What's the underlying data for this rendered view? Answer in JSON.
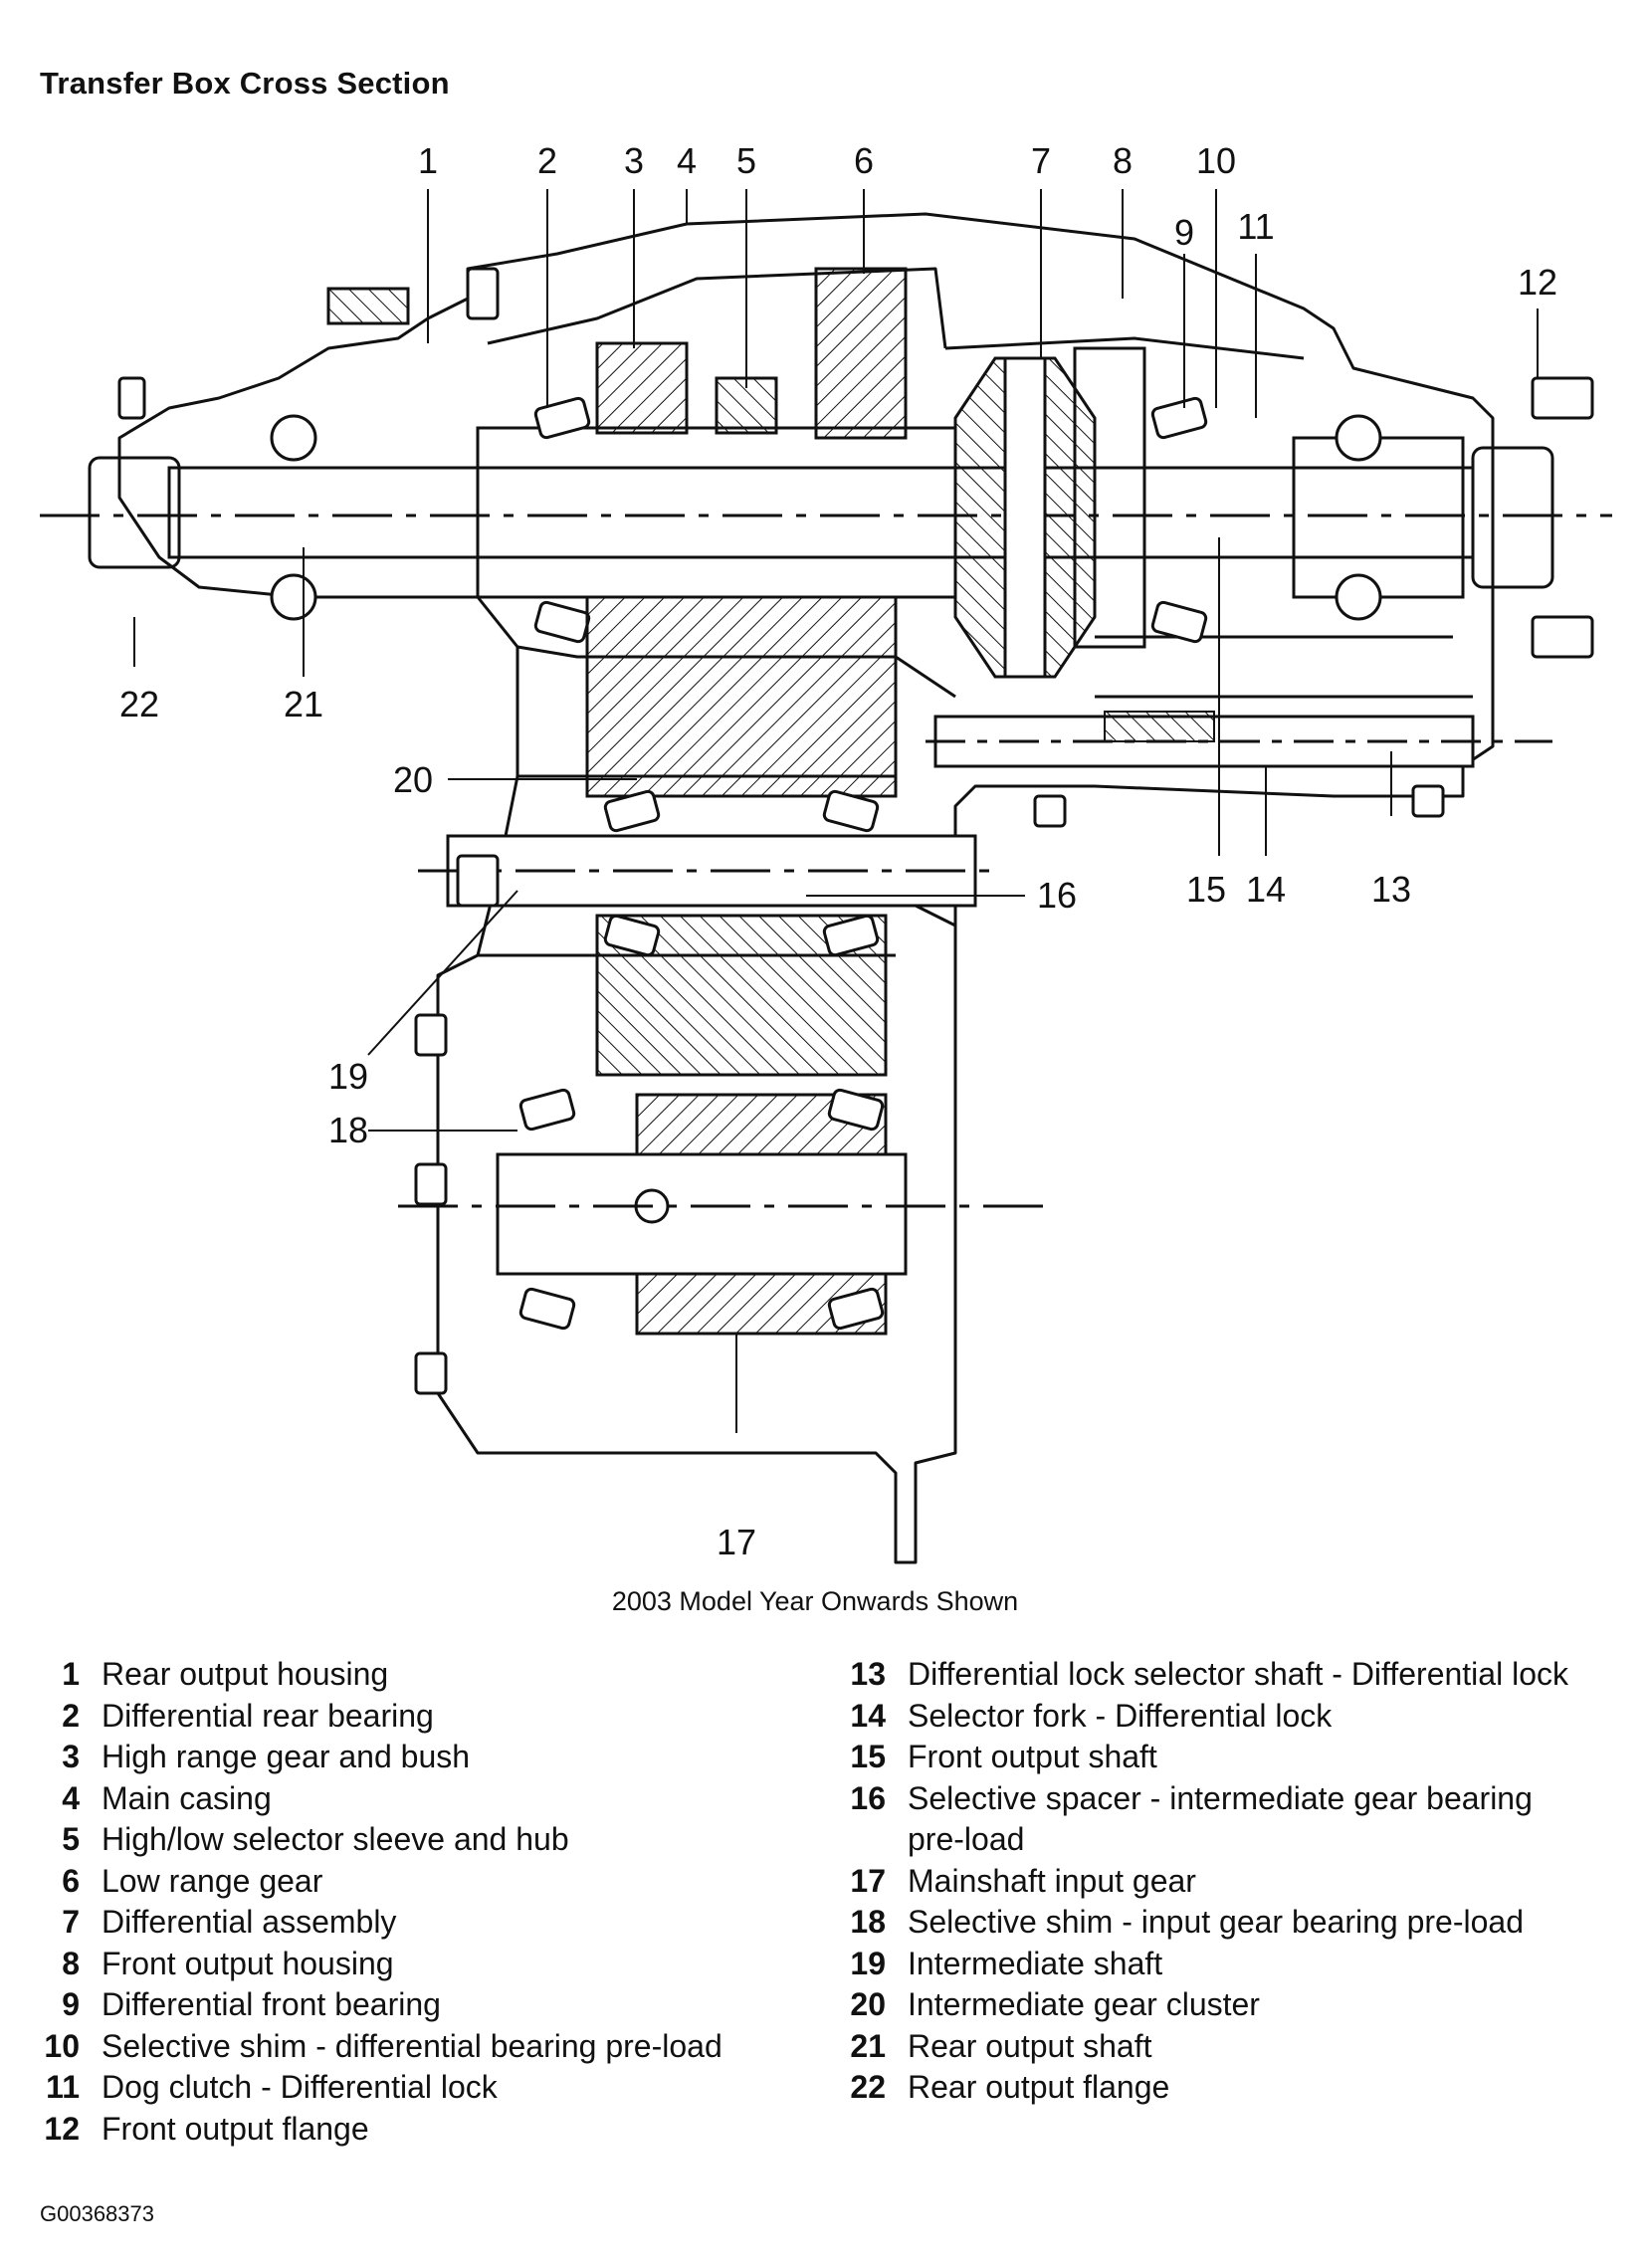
{
  "title": "Transfer Box Cross Section",
  "caption": "2003 Model Year Onwards Shown",
  "figure_code": "G00368373",
  "callouts": [
    "1",
    "2",
    "3",
    "4",
    "5",
    "6",
    "7",
    "8",
    "9",
    "10",
    "11",
    "12",
    "13",
    "14",
    "15",
    "16",
    "17",
    "18",
    "19",
    "20",
    "21",
    "22"
  ],
  "legend_left": [
    {
      "num": "1",
      "text": "Rear output housing"
    },
    {
      "num": "2",
      "text": "Differential rear bearing"
    },
    {
      "num": "3",
      "text": "High range gear and bush"
    },
    {
      "num": "4",
      "text": "Main casing"
    },
    {
      "num": "5",
      "text": "High/low selector sleeve and hub"
    },
    {
      "num": "6",
      "text": "Low range gear"
    },
    {
      "num": "7",
      "text": "Differential assembly"
    },
    {
      "num": "8",
      "text": "Front output housing"
    },
    {
      "num": "9",
      "text": "Differential front bearing"
    },
    {
      "num": "10",
      "text": "Selective shim - differential bearing pre-load"
    },
    {
      "num": "11",
      "text": "Dog clutch - Differential lock"
    },
    {
      "num": "12",
      "text": "Front output flange"
    }
  ],
  "legend_right": [
    {
      "num": "13",
      "text": "Differential lock selector shaft - Differential lock"
    },
    {
      "num": "14",
      "text": "Selector fork - Differential lock"
    },
    {
      "num": "15",
      "text": "Front output shaft"
    },
    {
      "num": "16",
      "text": "Selective spacer - intermediate gear bearing"
    },
    {
      "num": "",
      "text": "pre-load"
    },
    {
      "num": "17",
      "text": "Mainshaft input gear"
    },
    {
      "num": "18",
      "text": "Selective shim - input gear bearing pre-load"
    },
    {
      "num": "19",
      "text": "Intermediate shaft"
    },
    {
      "num": "20",
      "text": "Intermediate gear cluster"
    },
    {
      "num": "21",
      "text": "Rear output shaft"
    },
    {
      "num": "22",
      "text": "Rear output flange"
    }
  ]
}
